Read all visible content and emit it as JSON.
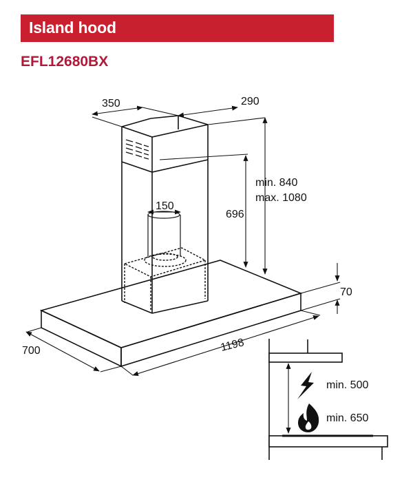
{
  "header": {
    "title": "Island hood",
    "model": "EFL12680BX"
  },
  "colors": {
    "title_bar": "#c8202f",
    "model_text": "#b01a3a"
  },
  "dimensions": {
    "chimney_width": "350",
    "chimney_depth": "290",
    "height_range": "min. 840",
    "height_range_max": "max. 1080",
    "chimney_height": "696",
    "duct_diameter": "150",
    "canopy_thickness": "70",
    "depth": "700",
    "width": "1198"
  },
  "clearance": {
    "electric": "min. 500",
    "gas": "min. 650",
    "electric_icon": "lightning-icon",
    "gas_icon": "flame-icon"
  }
}
